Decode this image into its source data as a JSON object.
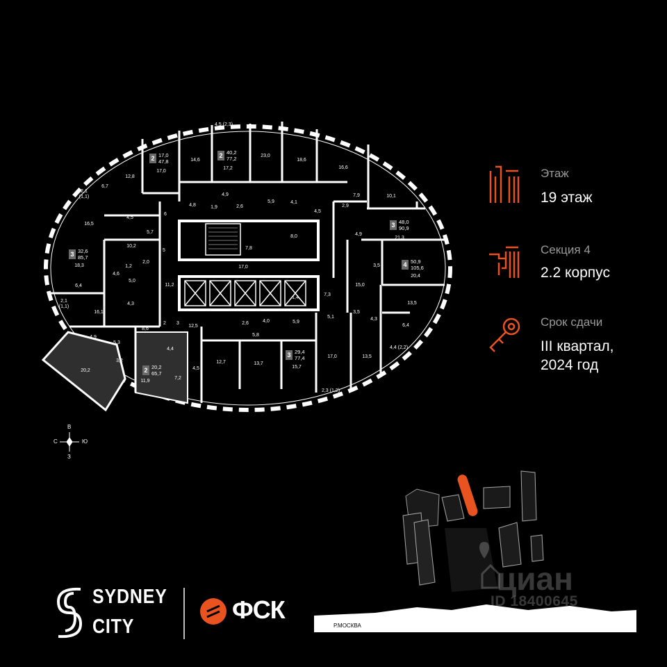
{
  "floor_plan": {
    "rooms": [
      {
        "text": "4,5 (2,3)"
      },
      {
        "text": "23,0"
      },
      {
        "text": "18,6"
      },
      {
        "text": "16,6"
      },
      {
        "text": "14,6"
      },
      {
        "text": "17,2"
      },
      {
        "text": "17,0"
      },
      {
        "text": "12,8"
      },
      {
        "text": "6,7"
      },
      {
        "text": "2,1"
      },
      {
        "text": "(1,1)"
      },
      {
        "text": "4,8"
      },
      {
        "text": "4,9"
      },
      {
        "text": "5,9"
      },
      {
        "text": "4,1"
      },
      {
        "text": "4,5"
      },
      {
        "text": "7,9"
      },
      {
        "text": "10,1"
      },
      {
        "text": "2,9"
      },
      {
        "text": "1,9"
      },
      {
        "text": "2,6"
      },
      {
        "text": "16,5"
      },
      {
        "text": "4,5"
      },
      {
        "text": "5,7"
      },
      {
        "text": "6"
      },
      {
        "text": "4,9"
      },
      {
        "text": "21,3"
      },
      {
        "text": "7,8"
      },
      {
        "text": "8,0"
      },
      {
        "text": "10,2"
      },
      {
        "text": "18,3"
      },
      {
        "text": "2,0"
      },
      {
        "text": "1,2"
      },
      {
        "text": "4,6"
      },
      {
        "text": "5,0"
      },
      {
        "text": "6,4"
      },
      {
        "text": "11,2"
      },
      {
        "text": "17,0"
      },
      {
        "text": "3,5"
      },
      {
        "text": "20,4"
      },
      {
        "text": "15,0"
      },
      {
        "text": "2,1"
      },
      {
        "text": "(1,1)"
      },
      {
        "text": "4,3"
      },
      {
        "text": "16,1"
      },
      {
        "text": "1,4"
      },
      {
        "text": "7,3"
      },
      {
        "text": "13,5"
      },
      {
        "text": "3,5"
      },
      {
        "text": "5,1"
      },
      {
        "text": "4,3"
      },
      {
        "text": "6,4"
      },
      {
        "text": "12,5"
      },
      {
        "text": "2,6"
      },
      {
        "text": "4,0"
      },
      {
        "text": "5,9"
      },
      {
        "text": "5,8"
      },
      {
        "text": "8,6"
      },
      {
        "text": "4,9"
      },
      {
        "text": "5,3"
      },
      {
        "text": "4,4"
      },
      {
        "text": "3,2"
      },
      {
        "text": "20,2"
      },
      {
        "text": "11,9"
      },
      {
        "text": "7,2"
      },
      {
        "text": "4,5"
      },
      {
        "text": "12,7"
      },
      {
        "text": "13,7"
      },
      {
        "text": "15,7"
      },
      {
        "text": "17,0"
      },
      {
        "text": "13,5"
      },
      {
        "text": "4,4 (2,2)"
      },
      {
        "text": "2,3 (1,2)"
      },
      {
        "text": "3"
      },
      {
        "text": "2"
      },
      {
        "text": "5"
      }
    ],
    "apartments": [
      {
        "rooms": "2",
        "a": "17,0",
        "b": "47,8"
      },
      {
        "rooms": "2",
        "a": "40,2",
        "b": "77,2"
      },
      {
        "rooms": "3",
        "a": "48,0",
        "b": "90,9"
      },
      {
        "rooms": "3",
        "a": "32,6",
        "b": "85,7"
      },
      {
        "rooms": "4",
        "a": "50,9",
        "b": "105,6"
      },
      {
        "rooms": "3",
        "a": "29,4",
        "b": "77,4"
      },
      {
        "rooms": "2",
        "a": "20,2",
        "b": "65,7"
      }
    ]
  },
  "info": {
    "floor_caption": "Этаж",
    "floor_value": "19 этаж",
    "section_caption": "Секция 4",
    "section_value": "2.2 корпус",
    "delivery_caption": "Срок сдачи",
    "delivery_value_line1": "III квартал,",
    "delivery_value_line2": "2024 год"
  },
  "compass": {
    "north": "В",
    "west": "С",
    "east": "Ю",
    "south": "З"
  },
  "site_map": {
    "river_label": "Р.МОСКВА"
  },
  "branding": {
    "sydney_line1": "SYDNEY",
    "sydney_line2": "CITY",
    "fsk": "ФСК"
  },
  "watermark": {
    "logo": "циан",
    "id": "ID 18400645"
  },
  "colors": {
    "accent": "#e8531f",
    "background": "#000000",
    "wall": "#ffffff",
    "gray_block": "#2e2e2e"
  }
}
